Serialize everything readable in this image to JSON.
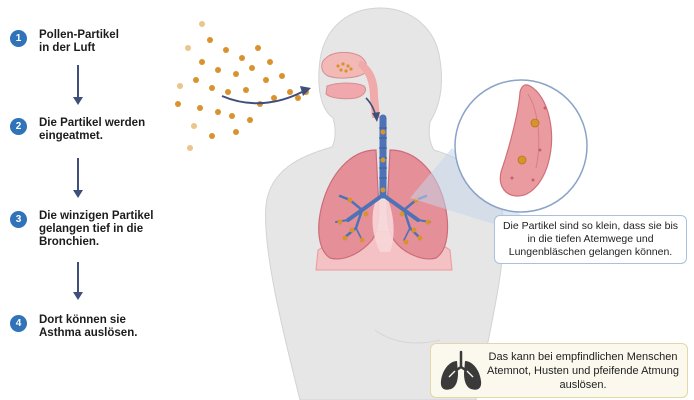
{
  "steps": [
    {
      "number": "1",
      "text": "Pollen-Partikel\nin der Luft"
    },
    {
      "number": "2",
      "text": "Die Partikel werden\neingeatmet."
    },
    {
      "number": "3",
      "text": "Die winzigen Partikel\ngelangen tief in die\nBronchien."
    },
    {
      "number": "4",
      "text": "Dort können sie\nAsthma auslösen."
    }
  ],
  "info_box": {
    "text": "Die Partikel sind so klein, dass sie bis in die tiefen Atemwege und Lungenbläschen gelangen können."
  },
  "warning_box": {
    "text": "Das kann bei empfindlichen Menschen Atemnot, Husten und pfeifende Atmung auslösen.",
    "icon": "lungs-icon"
  },
  "colors": {
    "step_circle": "#3173b9",
    "arrow": "#3d4f7a",
    "pollen": "#d9932e",
    "lung": "#e58f98",
    "airway": "#5b7fbf",
    "body": "#e6e6e6",
    "info_border": "#a9c1dc",
    "warning_bg": "#fbf8ee"
  },
  "icons": [
    "pollen-particle-icon",
    "lungs-icon",
    "arrow-down-icon",
    "inhale-arrow-icon"
  ]
}
